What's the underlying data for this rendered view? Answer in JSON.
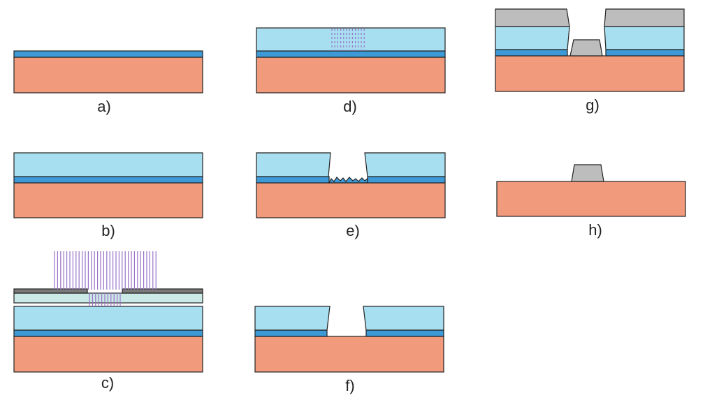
{
  "colors": {
    "substrate": "#f29a7c",
    "thin_layer": "#3d9ad6",
    "resist": "#a8dff0",
    "mask_plate": "#cbe9e6",
    "mask_chrome": "#7a7a7a",
    "metal": "#bdbdbd",
    "uv_light": "#9a72c8",
    "outline": "#222222"
  },
  "panels": [
    {
      "id": "a",
      "label": "a)"
    },
    {
      "id": "b",
      "label": "b)"
    },
    {
      "id": "c",
      "label": "c)"
    },
    {
      "id": "d",
      "label": "d)"
    },
    {
      "id": "e",
      "label": "e)"
    },
    {
      "id": "f",
      "label": "f)"
    },
    {
      "id": "g",
      "label": "g)"
    },
    {
      "id": "h",
      "label": "h)"
    }
  ]
}
